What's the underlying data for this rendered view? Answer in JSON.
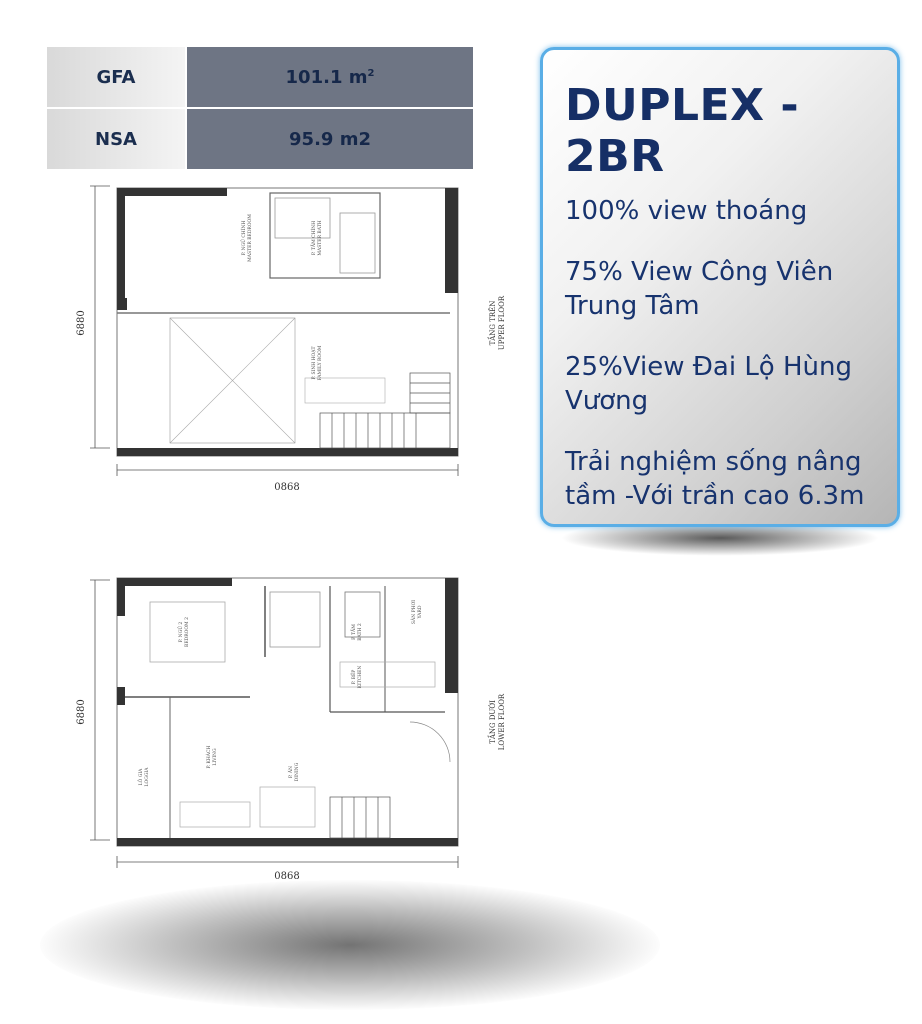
{
  "area_table": {
    "rows": [
      {
        "label": "GFA",
        "value": "101.1 m",
        "unit_sup": "2"
      },
      {
        "label": "NSA",
        "value": "95.9 m2"
      }
    ]
  },
  "info_card": {
    "title": "DUPLEX - 2BR",
    "lines": [
      "100% view thoáng",
      "75% View Công Viên Trung Tâm",
      "25%View Đai Lộ Hùng Vương",
      "Trải nghiệm sống nâng tầm -Với trần cao 6.3m"
    ]
  },
  "upper_plan": {
    "floor_label": "TẦNG TRÊN",
    "floor_label_en": "UPPER FLOOR",
    "width_dim": "0868",
    "height_dim": "6880",
    "rooms": [
      "P. NGỦ CHÍNH",
      "MASTER BEDROOM",
      "P. TẮM CHÍNH",
      "MASTER BATH",
      "P. SINH HOẠT",
      "FAMILY ROOM"
    ]
  },
  "lower_plan": {
    "floor_label": "TẦNG DƯỚI",
    "floor_label_en": "LOWER FLOOR",
    "width_dim": "0868",
    "height_dim": "6880",
    "rooms": [
      "P. NGỦ 2",
      "BEDROOM 2",
      "P. TẮM",
      "BATH 2",
      "SÂN PHƠI",
      "YARD",
      "P. BẾP",
      "KITCHEN",
      "P. KHÁCH",
      "LIVING",
      "P. ĂN",
      "DINING",
      "LÔ GIA",
      "LOGGIA"
    ]
  },
  "colors": {
    "navy": "#162f66",
    "table_value_bg": "#6e7584",
    "card_border": "#5aaee6"
  }
}
